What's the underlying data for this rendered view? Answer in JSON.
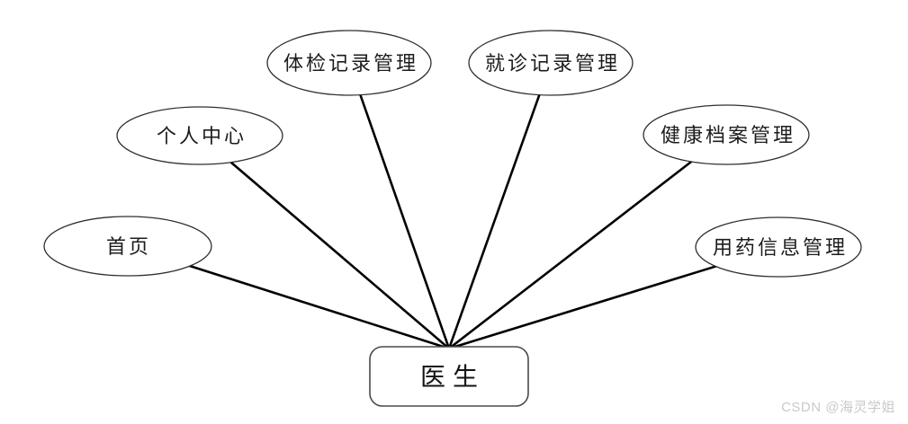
{
  "diagram": {
    "actor": {
      "label": "医生"
    },
    "use_cases": [
      {
        "label": "首页"
      },
      {
        "label": "个人中心"
      },
      {
        "label": "体检记录管理"
      },
      {
        "label": "就诊记录管理"
      },
      {
        "label": "健康档案管理"
      },
      {
        "label": "用药信息管理"
      }
    ]
  },
  "watermark": {
    "text": "CSDN @海灵学姐"
  },
  "colors": {
    "background": "#ffffff",
    "shape_fill": "#ffffff",
    "shape_stroke": "#2f2f2f",
    "actor_stroke": "#4a4a4a",
    "connector": "#000000",
    "label_text": "#1c1c1c",
    "watermark_text": "#c9c9c9"
  }
}
